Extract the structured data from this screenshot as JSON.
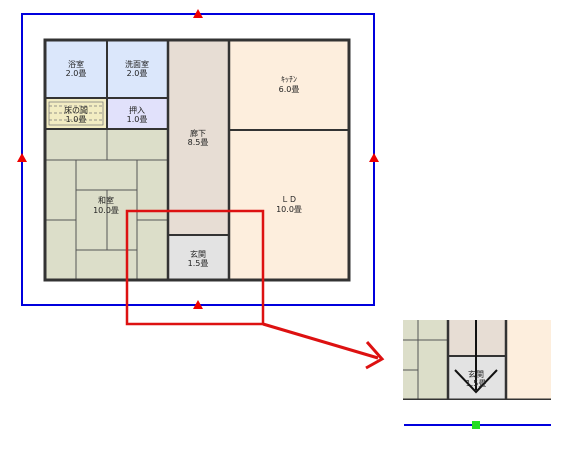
{
  "colors": {
    "outline": "#0000dd",
    "wall": "#333333",
    "marker": "#ee0000",
    "highlight": "#dd1111",
    "bath": "#dbe7fb",
    "closet": "#e1e1fb",
    "tatami": "#dcdec9",
    "hallway": "#e7ddd4",
    "kitchen": "#fdeedd",
    "entrance": "#e3e3e3",
    "tokonoma": "#f2ecc2",
    "handle": "#22dd22"
  },
  "rooms": {
    "bath": {
      "name": "浴室",
      "area": "2.0畳"
    },
    "washroom": {
      "name": "洗面室",
      "area": "2.0畳"
    },
    "tokonoma": {
      "name": "床の間",
      "area": "1.0畳"
    },
    "closet": {
      "name": "押入",
      "area": "1.0畳"
    },
    "washitsu": {
      "name": "和室",
      "area": "10.0畳"
    },
    "hallway": {
      "name": "廊下",
      "area": "8.5畳"
    },
    "kitchen": {
      "name": "ｷｯﾁﾝ",
      "area": "6.0畳"
    },
    "living": {
      "name": "ＬＤ",
      "area": "10.0畳"
    },
    "entrance": {
      "name": "玄関",
      "area": "1.5畳"
    }
  },
  "zoom": {
    "entrance_label_top": "玄関",
    "entrance_label_bottom": "1.5畳"
  }
}
